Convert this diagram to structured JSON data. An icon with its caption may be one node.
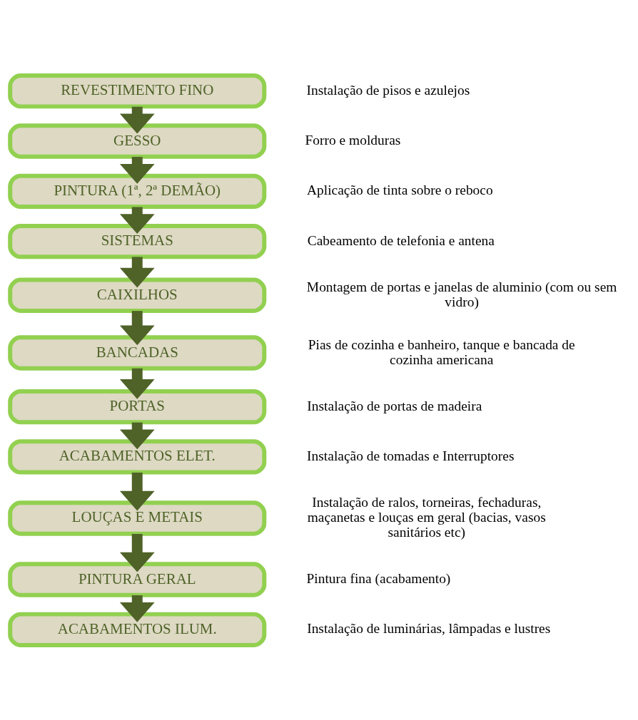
{
  "diagram": {
    "nodes": [
      {
        "text": [
          "REVESTIMENTO FINO"
        ],
        "beside": [
          "Instalação de pisos e azulejos"
        ]
      },
      {
        "text": [
          "GESSO"
        ],
        "beside": [
          "Forro e molduras"
        ]
      },
      {
        "text": [
          "PINTURA (1ª, 2ª DEMÃO)"
        ],
        "beside": [
          "Aplicação de tinta sobre o reboco"
        ]
      },
      {
        "text": [
          "SISTEMAS"
        ],
        "beside": [
          "Cabeamento de telefonia e antena"
        ]
      },
      {
        "text": [
          "CAIXILHOS"
        ],
        "beside": [
          "Montagem de portas e janelas de aluminio (com ou sem vidro)"
        ]
      },
      {
        "text": [
          "BANCADAS"
        ],
        "beside": [
          "Pias de cozinha e banheiro, tanque e bancada de cozinha americana"
        ]
      },
      {
        "text": [
          "PORTAS"
        ],
        "beside": [
          "Instalação de portas de madeira"
        ]
      },
      {
        "text": [
          "ACABAMENTOS ELET."
        ],
        "beside": [
          "Instalação de tomadas e Interruptores"
        ]
      },
      {
        "text": [
          "LOUÇAS E METAIS"
        ],
        "beside": [
          "Instalação de ralos, torneiras, fechaduras, maçanetas e louças em geral (bacias, vasos sanitários etc)"
        ]
      },
      {
        "text": [
          "PINTURA GERAL"
        ],
        "beside": [
          "Pintura fina (acabamento)"
        ]
      },
      {
        "text": [
          "ACABAMENTOS ILUM."
        ],
        "beside": [
          "Instalação de luminárias, lâmpadas e lustres"
        ]
      }
    ],
    "edges": [
      {
        "from": 0,
        "to": 1,
        "arrow": "to"
      },
      {
        "from": 1,
        "to": 2,
        "arrow": "to"
      },
      {
        "from": 2,
        "to": 3,
        "arrow": "to"
      },
      {
        "from": 3,
        "to": 4,
        "arrow": "to"
      },
      {
        "from": 4,
        "to": 5,
        "arrow": "to"
      },
      {
        "from": 5,
        "to": 6,
        "arrow": "to"
      },
      {
        "from": 6,
        "to": 7,
        "arrow": "to"
      },
      {
        "from": 7,
        "to": 8,
        "arrow": "to"
      },
      {
        "from": 8,
        "to": 9,
        "arrow": "to"
      },
      {
        "from": 9,
        "to": 10,
        "arrow": "to"
      }
    ]
  }
}
